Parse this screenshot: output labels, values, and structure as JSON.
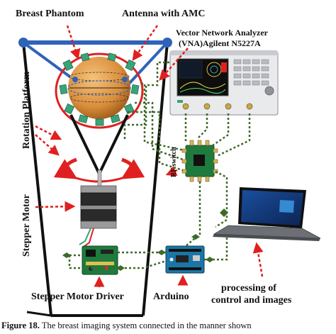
{
  "labels": {
    "breast_phantom": "Breast Phantom",
    "antenna": "Antenna with AMC",
    "vna_line1": "Vector Network Analyzer",
    "vna_line2": "(VNA)Agilent N5227A",
    "rotation_platform": "Rotation Platform",
    "rf_switch": "RF switch",
    "stepper_motor": "Stepper Motor",
    "stepper_driver": "Stepper Motor Driver",
    "arduino": "Arduino",
    "processing_line1": "processing of",
    "processing_line2": "control and images"
  },
  "caption": {
    "prefix": "Figure 18.",
    "text": "The breast imaging system connected in the manner shown"
  },
  "colors": {
    "frame_blue": "#2f63b8",
    "arrow_red": "#e02020",
    "cable_green": "#3d6b2a",
    "phantom": "#d98e3c",
    "antenna_green": "#3aa37a",
    "black_link": "#111111"
  }
}
